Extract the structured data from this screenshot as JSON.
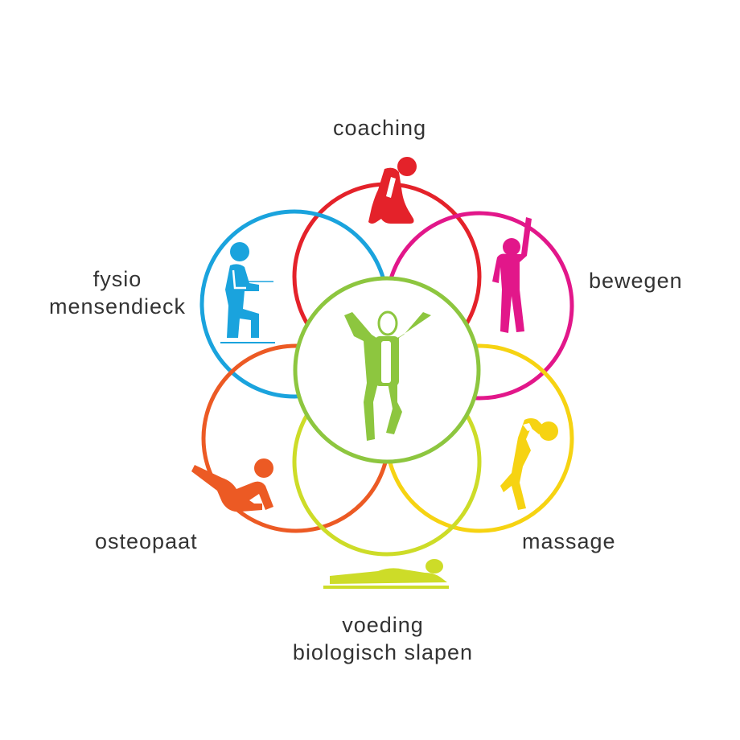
{
  "labels": {
    "coaching": "coaching",
    "bewegen": "bewegen",
    "fysio_line1": "fysio",
    "fysio_line2": "mensendieck",
    "osteopaat": "osteopaat",
    "massage": "massage",
    "voeding_line1": "voeding",
    "voeding_line2": "biologisch slapen"
  },
  "colors": {
    "coaching": "#e4222a",
    "bewegen": "#e2178a",
    "fysio": "#1aa3dd",
    "osteopaat": "#ec5a24",
    "massage": "#f6d312",
    "voeding": "#cddc28",
    "center": "#8dc63f",
    "text": "#333333"
  },
  "icons": {
    "coaching": "kneeling-person-icon",
    "bewegen": "stretching-person-icon",
    "fysio": "stepping-person-icon",
    "osteopaat": "reclining-person-icon",
    "massage": "bending-person-icon",
    "voeding": "lying-person-icon",
    "center": "jumping-person-icon"
  }
}
